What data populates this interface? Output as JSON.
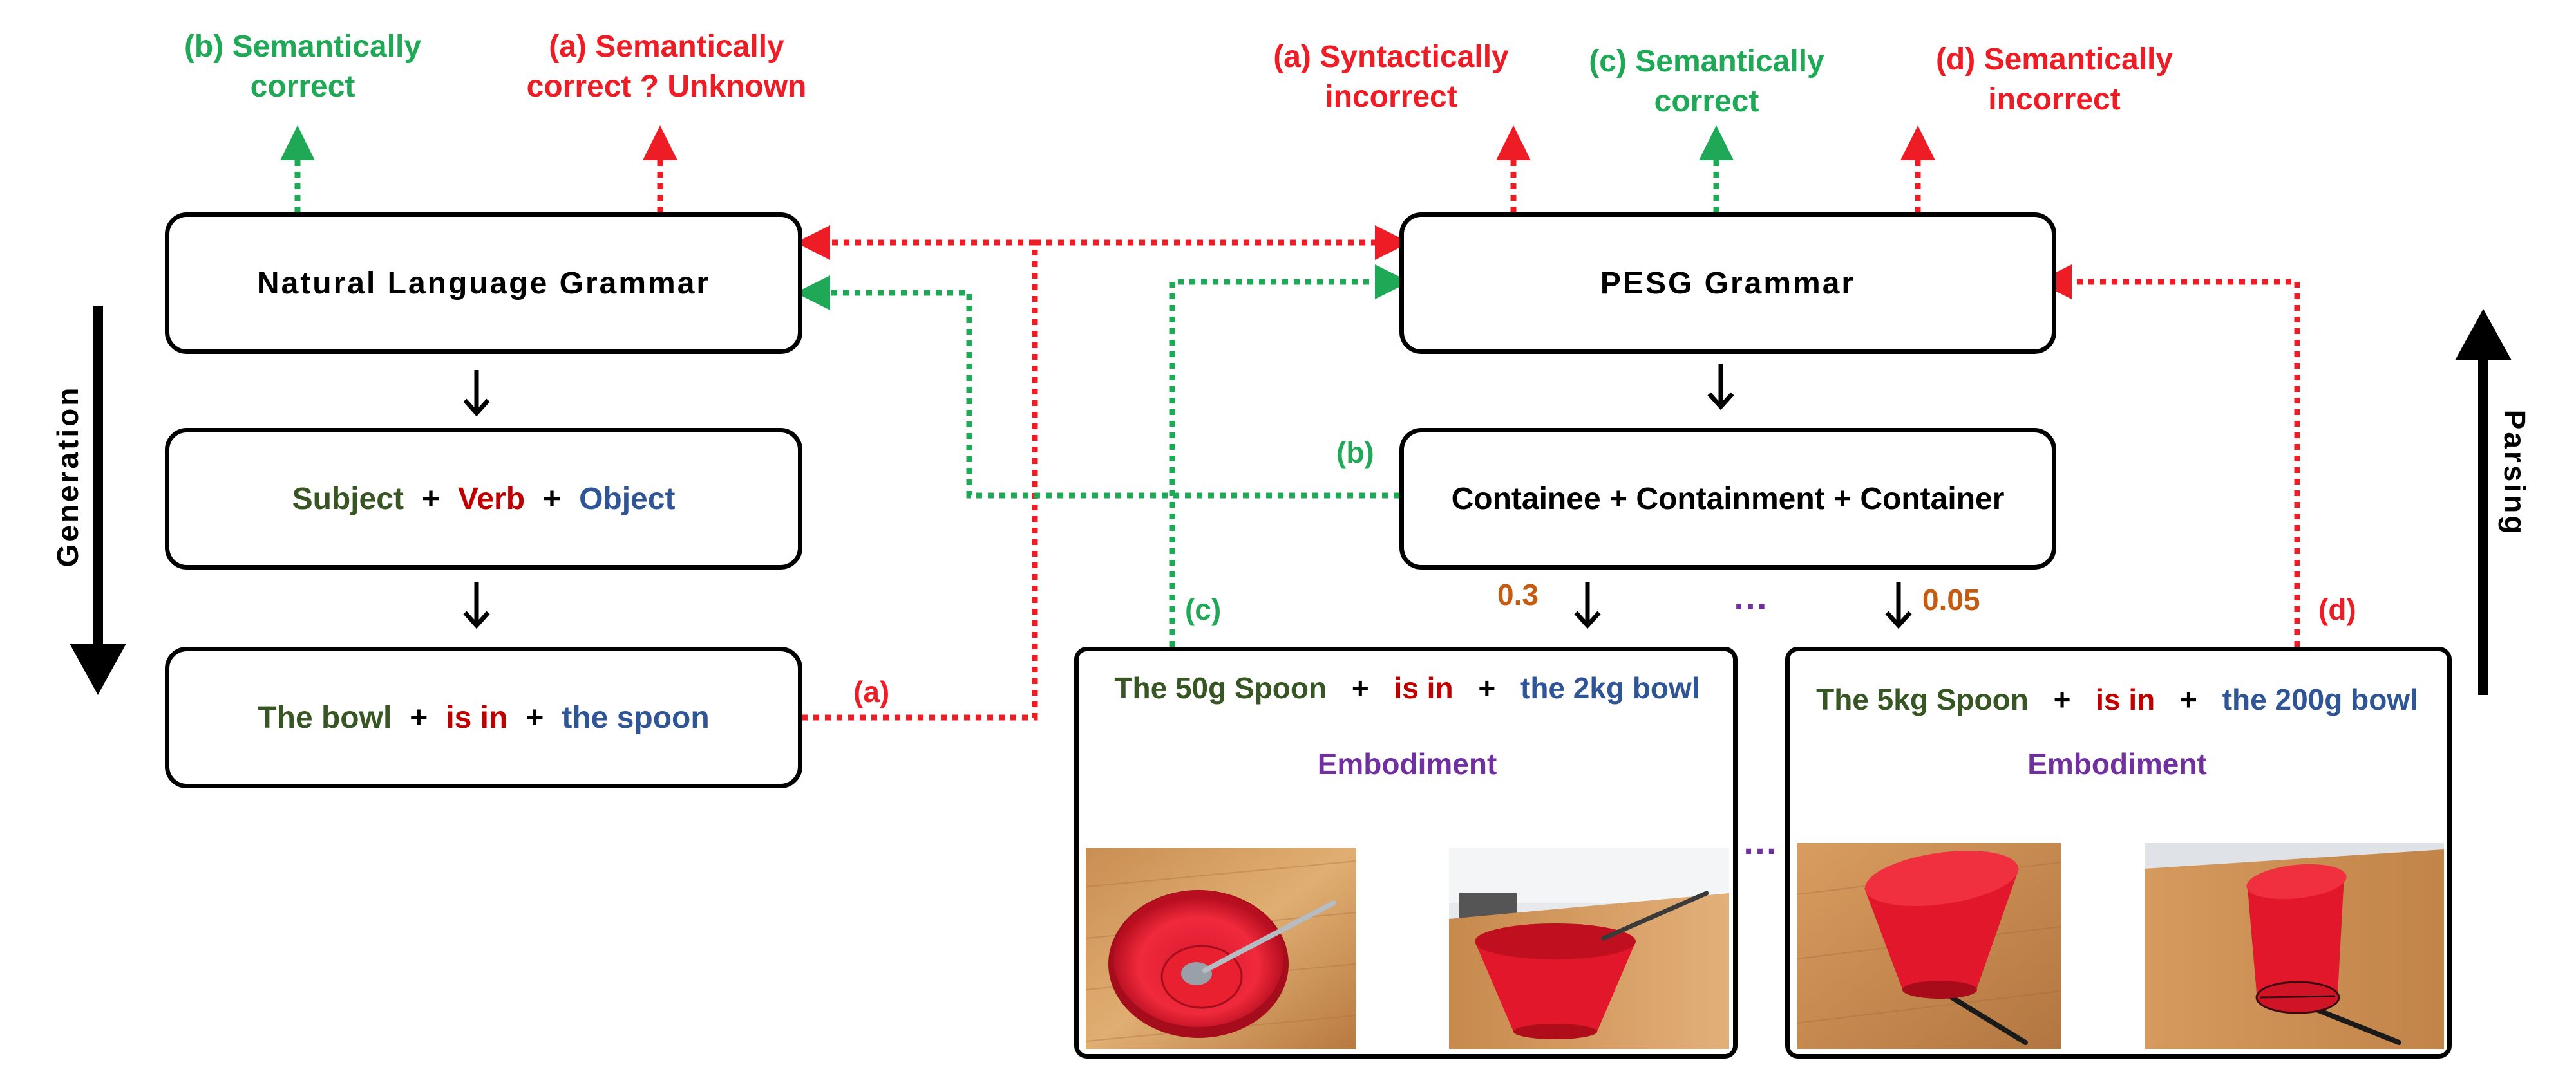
{
  "top_labels": {
    "left_b": [
      "(b) Semantically",
      "correct"
    ],
    "left_a": [
      "(a) Semantically",
      "correct ? Unknown"
    ],
    "right_a": [
      "(a) Syntactically",
      "incorrect"
    ],
    "right_c": [
      "(c) Semantically",
      "correct"
    ],
    "right_d": [
      "(d) Semantically",
      "incorrect"
    ]
  },
  "left_column": {
    "grammar_box": "Natural Language Grammar",
    "structure": {
      "subject": "Subject",
      "verb": "Verb",
      "object": "Object",
      "plus": "+"
    },
    "sentence": {
      "subject": "The bowl",
      "verb": "is in",
      "object": "the spoon",
      "plus": "+"
    }
  },
  "right_column": {
    "grammar_box": "PESG Grammar",
    "structure": "Containee + Containment + Container"
  },
  "side_labels": {
    "generation": "Generation",
    "parsing": "Parsing"
  },
  "edge_labels": {
    "a": "(a)",
    "b": "(b)",
    "c": "(c)",
    "d": "(d)"
  },
  "probabilities": {
    "left": "0.3",
    "right": "0.05",
    "ellipsis": "…"
  },
  "embodiment_panels": [
    {
      "containee": "The 50g Spoon",
      "containment": "is in",
      "container": "the 2kg bowl",
      "plus": "+",
      "embodiment": "Embodiment"
    },
    {
      "containee": "The 5kg Spoon",
      "containment": "is in",
      "container": "the 200g bowl",
      "plus": "+",
      "embodiment": "Embodiment"
    }
  ],
  "panel_ellipsis": "…",
  "colors": {
    "green": "#1fa855",
    "red": "#ee1c24",
    "subject": "#375623",
    "verb": "#c00000",
    "object": "#2f5597",
    "embodiment": "#7030a0",
    "probability": "#c55a11"
  }
}
